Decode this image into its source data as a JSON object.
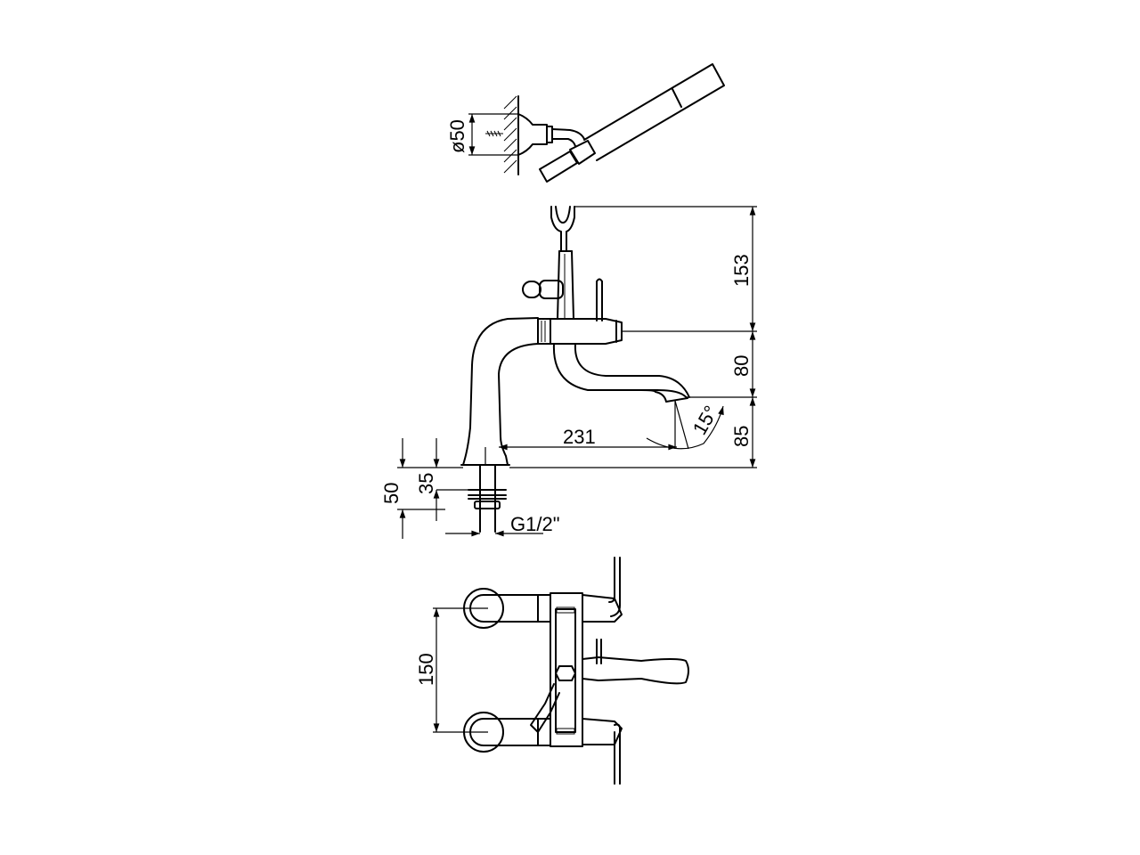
{
  "drawing": {
    "type": "technical-dimension-drawing",
    "subject": "bath mixer with hand shower",
    "line_color": "#000000",
    "background": "#ffffff",
    "views": {
      "hand_shower_wall_bracket": {
        "dims": {
          "diameter": "ø50"
        }
      },
      "side_elevation": {
        "dims": {
          "hook_height": "153",
          "spout_drop": "80",
          "spout_clearance": "85",
          "spout_reach": "231",
          "spout_angle": "15°",
          "shank_total": "50",
          "shank_deck": "35",
          "thread": "G1/2\""
        }
      },
      "plan_view": {
        "dims": {
          "centres": "150"
        }
      }
    }
  }
}
